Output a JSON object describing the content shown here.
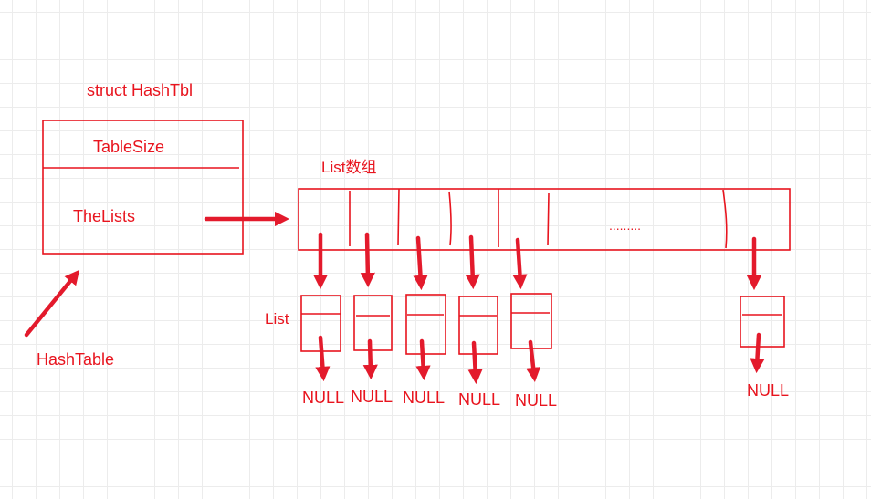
{
  "colors": {
    "stroke": "#e8141e",
    "arrow": "#e31a2c",
    "grid": "#ececec"
  },
  "struct": {
    "title": "struct HashTbl",
    "field_size": "TableSize",
    "field_lists": "TheLists"
  },
  "array": {
    "title": "List数组",
    "ellipsis": "........."
  },
  "list_label": "List",
  "hashtable_label": "HashTable",
  "nulls": [
    "NULL",
    "NULL",
    "NULL",
    "NULL",
    "NULL",
    "NULL"
  ]
}
